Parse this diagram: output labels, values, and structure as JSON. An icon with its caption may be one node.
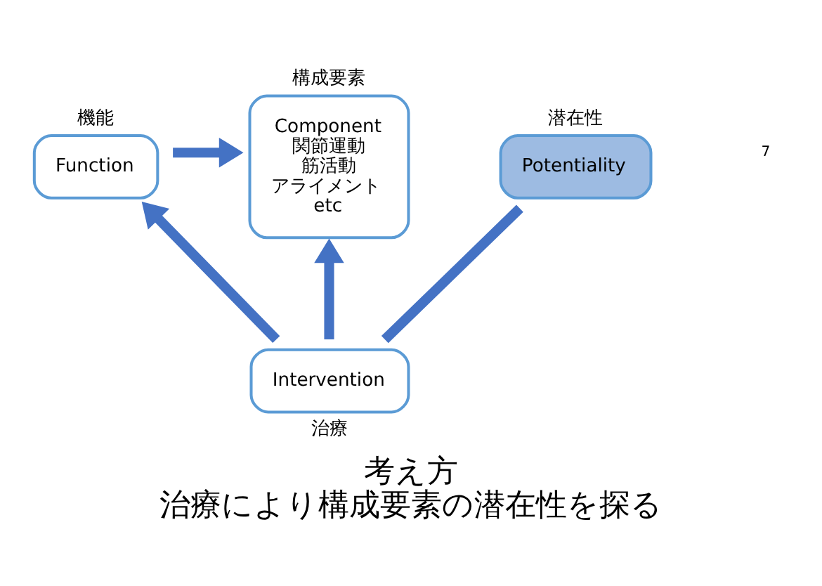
{
  "diagram": {
    "title": "考え方",
    "caption": "治療により構成要素の潜在性を探る",
    "nodes": [
      {
        "text": [
          "Function"
        ],
        "beside": [
          "機能"
        ]
      },
      {
        "text": [
          "Component",
          "関節運動",
          "筋活動",
          "アライメント",
          "etc"
        ],
        "beside": [
          "構成要素"
        ]
      },
      {
        "text": [
          "Potentiality"
        ],
        "beside": [
          "潜在性"
        ]
      },
      {
        "text": [
          "Intervention"
        ],
        "beside": [
          "治療"
        ]
      }
    ],
    "edges": [
      {
        "from": 0,
        "to": 1,
        "arrow": "to"
      },
      {
        "from": 2,
        "to": 3,
        "arrow": "none"
      },
      {
        "from": 3,
        "to": 0,
        "arrow": "to"
      },
      {
        "from": 3,
        "to": 1,
        "arrow": "to"
      }
    ],
    "labels": [
      "7"
    ]
  }
}
